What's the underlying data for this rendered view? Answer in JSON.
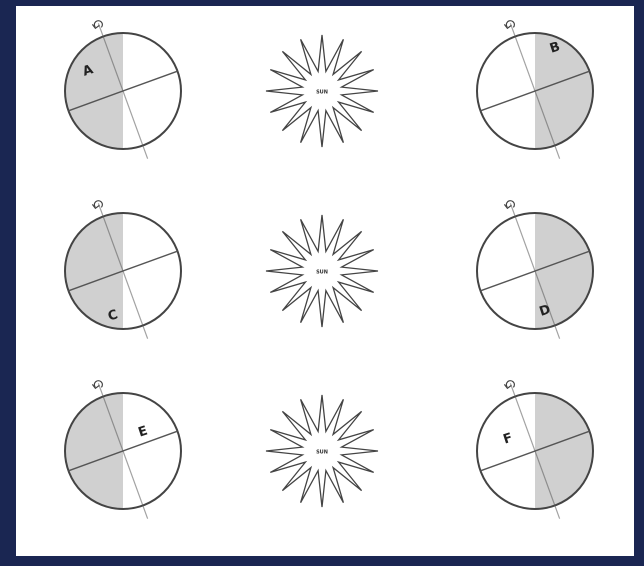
{
  "diagram": {
    "colors": {
      "background": "#1a2652",
      "panel": "#ffffff",
      "stroke": "#444444",
      "shadow": "#d0d0d0",
      "axis": "#555555"
    },
    "rows": [
      {
        "left": {
          "label": "A",
          "shaded_side": "left"
        },
        "sun": {
          "label": "SUN"
        },
        "right": {
          "label": "B",
          "shaded_side": "right"
        }
      },
      {
        "left": {
          "label": "C",
          "shaded_side": "left"
        },
        "sun": {
          "label": "SUN"
        },
        "right": {
          "label": "D",
          "shaded_side": "right"
        }
      },
      {
        "left": {
          "label": "E",
          "shaded_side": "left"
        },
        "sun": {
          "label": "SUN"
        },
        "right": {
          "label": "F",
          "shaded_side": "right"
        }
      }
    ]
  }
}
